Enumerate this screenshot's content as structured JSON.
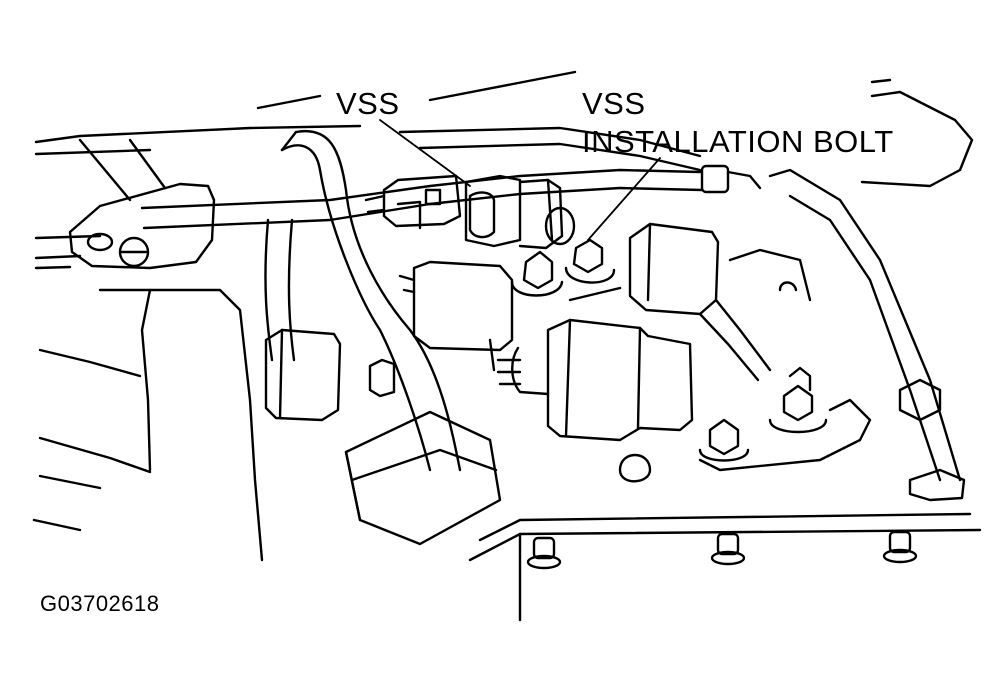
{
  "labels": {
    "vss": "VSS",
    "vss_bolt_line1": "VSS",
    "vss_bolt_line2": "INSTALLATION BOLT",
    "figure_code": "G03702618"
  }
}
